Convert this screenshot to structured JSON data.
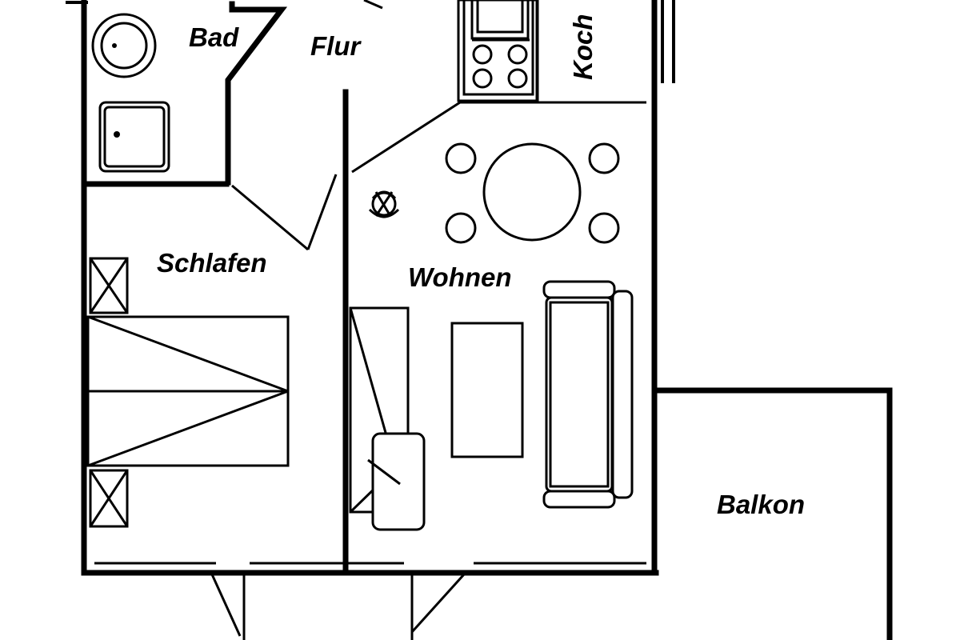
{
  "rooms": {
    "bad": "Bad",
    "flur": "Flur",
    "koch": "Koch",
    "schlafen": "Schlafen",
    "wohnen": "Wohnen",
    "balkon": "Balkon"
  }
}
